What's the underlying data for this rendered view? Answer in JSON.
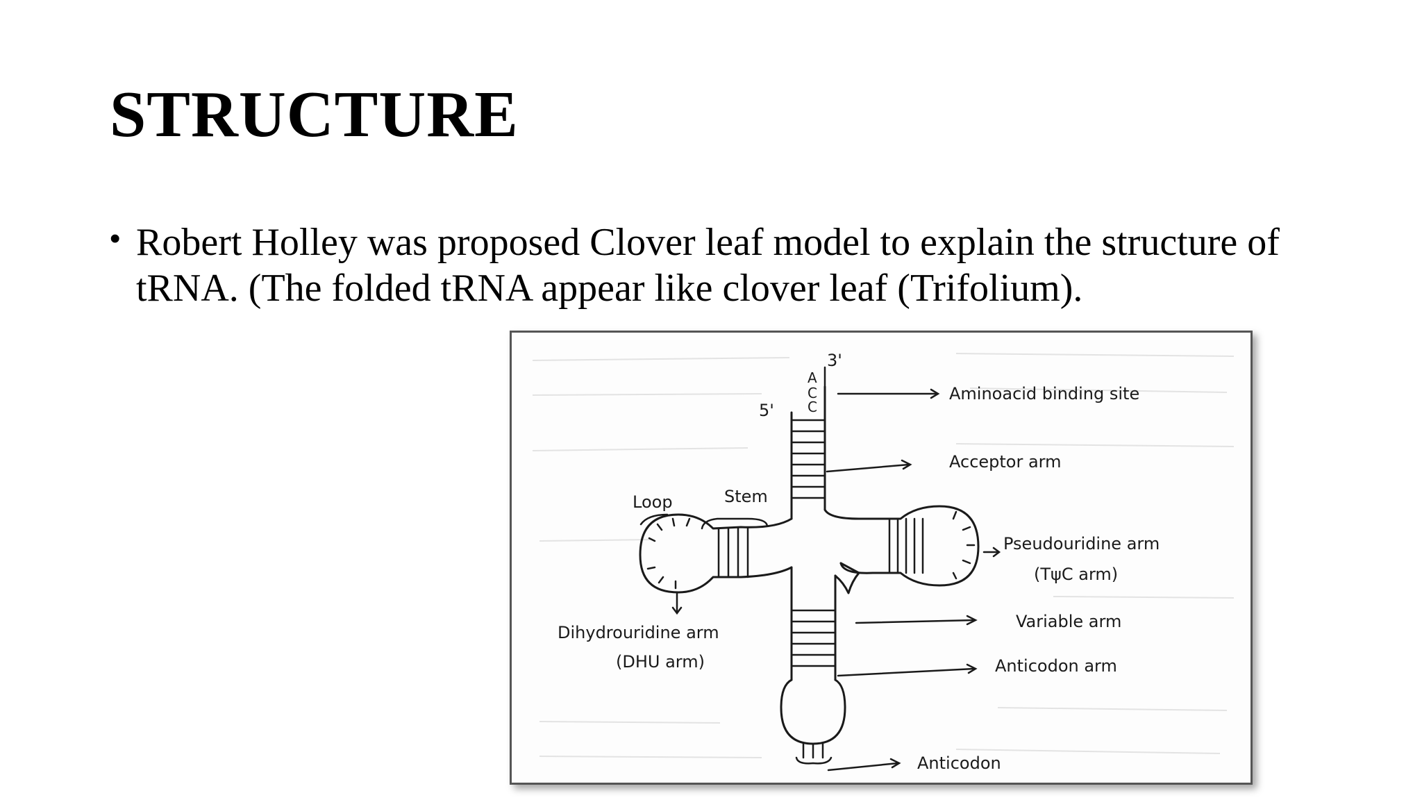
{
  "slide": {
    "title": "STRUCTURE",
    "bullet_symbol": "•",
    "bullet_text": "Robert Holley was proposed Clover leaf model to explain the structure of tRNA. (The folded tRNA appear like clover leaf (Trifolium)."
  },
  "diagram": {
    "end_3": "3'",
    "end_5": "5'",
    "base_a": "A",
    "base_c1": "C",
    "base_c2": "C",
    "loop_label": "Loop",
    "stem_label": "Stem",
    "aminoacid_site": "Aminoacid binding site",
    "acceptor_arm": "Acceptor arm",
    "pseudouridine_arm": "Pseudouridine arm",
    "tpsic_arm": "(TψC arm)",
    "variable_arm": "Variable arm",
    "dihydrouridine_arm": "Dihydrouridine arm",
    "dhu_arm": "(DHU arm)",
    "anticodon_arm": "Anticodon arm",
    "anticodon": "Anticodon"
  }
}
